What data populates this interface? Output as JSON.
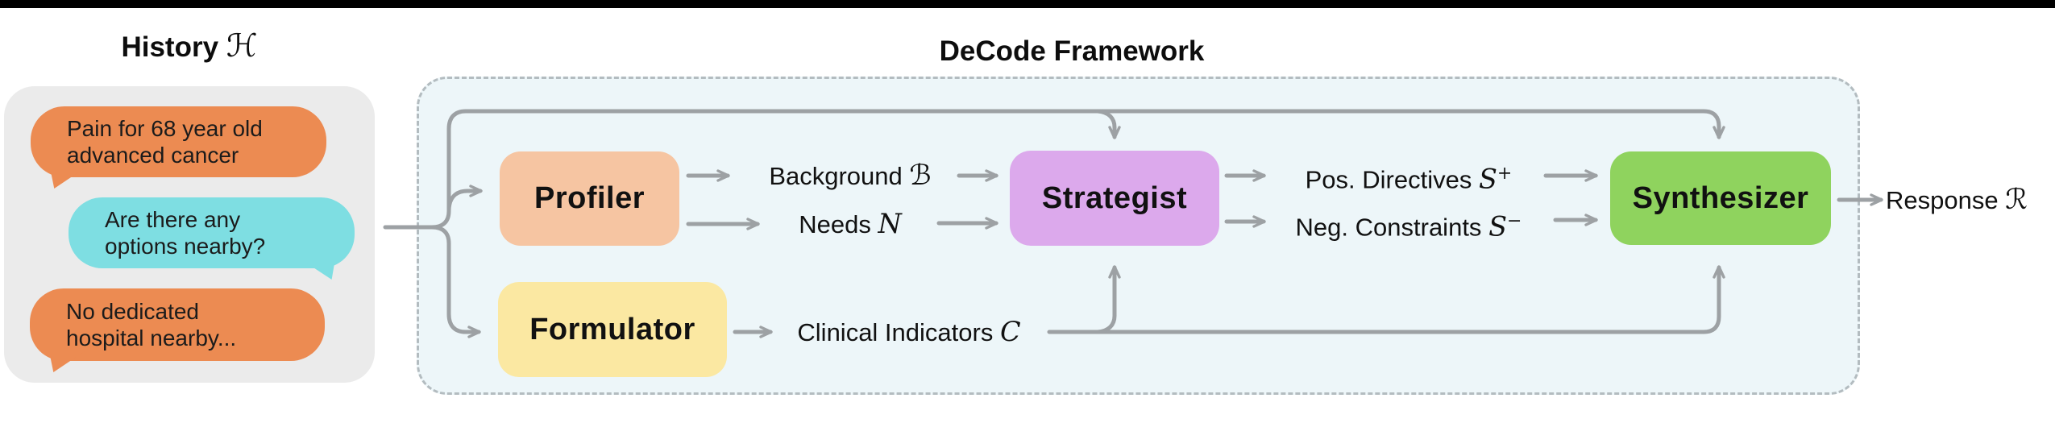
{
  "history": {
    "title": "History",
    "title_symbol": "ℋ",
    "bubbles": [
      {
        "text": "Pain for 68 year old\nadvanced cancer",
        "side": "left",
        "color_key": "bubble_orange"
      },
      {
        "text": "Are there any\noptions nearby?",
        "side": "right",
        "color_key": "bubble_cyan"
      },
      {
        "text": "No dedicated\nhospital nearby...",
        "side": "left",
        "color_key": "bubble_orange"
      }
    ]
  },
  "framework": {
    "title": "DeCode Framework",
    "modules": [
      {
        "id": "profiler",
        "label": "Profiler"
      },
      {
        "id": "formulator",
        "label": "Formulator"
      },
      {
        "id": "strategist",
        "label": "Strategist"
      },
      {
        "id": "synthesizer",
        "label": "Synthesizer"
      }
    ],
    "labels": {
      "background": {
        "text": "Background",
        "symbol": "ℬ"
      },
      "needs": {
        "text": "Needs",
        "symbol": "N"
      },
      "pos_directives": {
        "text": "Pos. Directives",
        "symbol": "S",
        "sup": "+"
      },
      "neg_constraints": {
        "text": "Neg. Constraints",
        "symbol": "S",
        "sup": "−"
      },
      "clinical": {
        "text": "Clinical Indicators",
        "symbol": "C"
      },
      "response": {
        "text": "Response",
        "symbol": "ℛ"
      }
    },
    "connections": [
      "History → Profiler",
      "History → Formulator",
      "History → Strategist (top)",
      "History → Synthesizer (top)",
      "Profiler → Background ℬ → Strategist",
      "Profiler → Needs 𝒩 → Strategist",
      "Formulator → Clinical Indicators 𝒞 → Strategist (bottom)",
      "Clinical Indicators 𝒞 → Synthesizer (bottom)",
      "Strategist → Pos. Directives 𝒮+ → Synthesizer",
      "Strategist → Neg. Constraints 𝒮− → Synthesizer",
      "Synthesizer → Response ℛ"
    ]
  },
  "colors": {
    "bubble_orange": "#EC8B52",
    "bubble_cyan": "#7EDEE2",
    "panel_gray": "#EBEBEB",
    "profiler": "#F6C5A2",
    "formulator": "#FBE8A2",
    "strategist": "#DCA9EC",
    "synthesizer": "#8FD35E",
    "framework_bg": "#EDF6F9",
    "arrow": "#9DA1A4",
    "dashed_border": "#B3BCC0"
  }
}
